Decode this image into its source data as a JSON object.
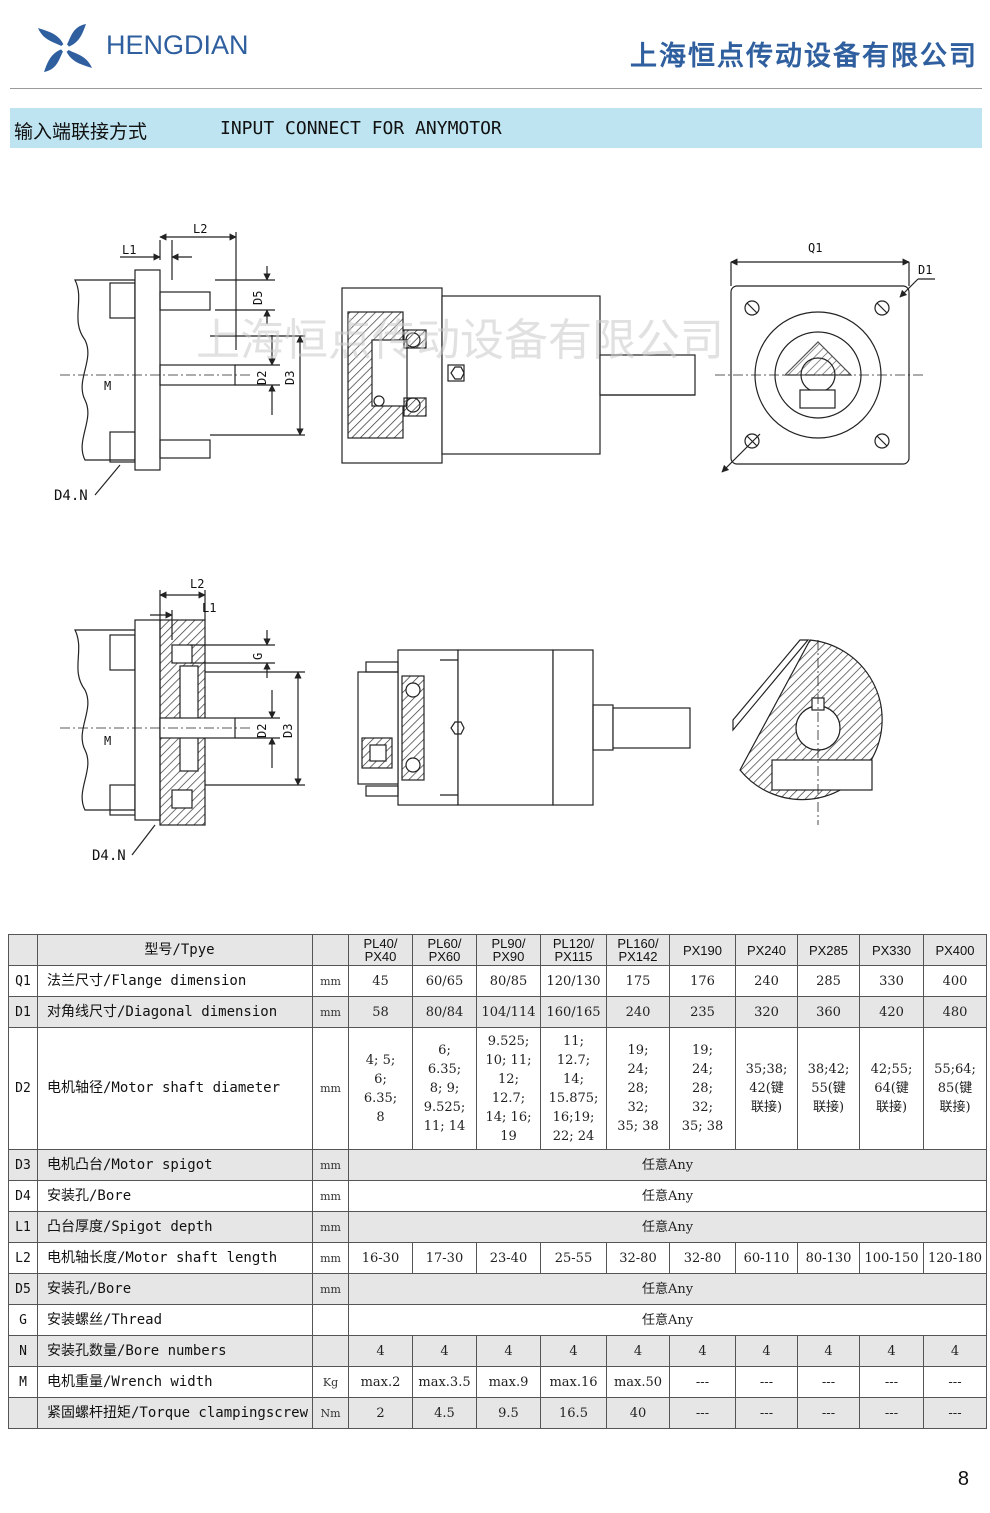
{
  "header": {
    "brand": "HENGDIAN",
    "company": "上海恒点传动设备有限公司",
    "colors": {
      "brand": "#2f5f9e",
      "banner": "#bde4f0"
    },
    "logo_icon": "pinwheel-logo-icon"
  },
  "banner": {
    "title_cn": "输入端联接方式",
    "title_en": "INPUT CONNECT FOR ANYMOTOR"
  },
  "drawing": {
    "watermark": "上海恒点传动设备有限公司",
    "top": {
      "L1": "L1",
      "L2": "L2",
      "D5": "D5",
      "D2": "D2",
      "D3": "D3",
      "M": "M",
      "D4N": "D4.N",
      "Q1": "Q1",
      "D1": "D1"
    },
    "bottom": {
      "L1": "L1",
      "L2": "L2",
      "G": "G",
      "D2": "D2",
      "D3": "D3",
      "M": "M",
      "D4N": "D4.N"
    }
  },
  "table": {
    "type_label": "型号/Tpye",
    "models": [
      [
        "PL40/",
        "PX40"
      ],
      [
        "PL60/",
        "PX60"
      ],
      [
        "PL90/",
        "PX90"
      ],
      [
        "PL120/",
        "PX115"
      ],
      [
        "PL160/",
        "PX142"
      ],
      [
        "PX190"
      ],
      [
        "PX240"
      ],
      [
        "PX285"
      ],
      [
        "PX330"
      ],
      [
        "PX400"
      ]
    ],
    "any": "任意Any",
    "rows": [
      {
        "code": "Q1",
        "name": "法兰尺寸/Flange dimension",
        "unit": "mm",
        "values": [
          "45",
          "60/65",
          "80/85",
          "120/130",
          "175",
          "176",
          "240",
          "285",
          "330",
          "400"
        ]
      },
      {
        "code": "D1",
        "name": "对角线尺寸/Diagonal dimension",
        "unit": "mm",
        "values": [
          "58",
          "80/84",
          "104/114",
          "160/165",
          "240",
          "235",
          "320",
          "360",
          "420",
          "480"
        ]
      },
      {
        "code": "D2",
        "name": "电机轴径/Motor shaft diameter",
        "unit": "mm",
        "values": [
          [
            "4; 5;",
            "6;",
            "6.35;",
            "8"
          ],
          [
            "6;",
            "6.35;",
            "8; 9;",
            "9.525;",
            "11; 14"
          ],
          [
            "9.525;",
            "10; 11;",
            "12;",
            "12.7;",
            "14; 16;",
            "19"
          ],
          [
            "11;",
            "12.7;",
            "14;",
            "15.875;",
            "16;19;",
            "22; 24"
          ],
          [
            "19;",
            "24;",
            "28;",
            "32;",
            "35; 38"
          ],
          [
            "19;",
            "24;",
            "28;",
            "32;",
            "35; 38"
          ],
          [
            "35;38;",
            "42(键",
            "联接)"
          ],
          [
            "38;42;",
            "55(键",
            "联接)"
          ],
          [
            "42;55;",
            "64(键",
            "联接)"
          ],
          [
            "55;64;",
            "85(键",
            "联接)"
          ]
        ]
      },
      {
        "code": "D3",
        "name": "电机凸台/Motor spigot",
        "unit": "mm",
        "span": true
      },
      {
        "code": "D4",
        "name": "安装孔/Bore",
        "unit": "mm",
        "span": true
      },
      {
        "code": "L1",
        "name": "凸台厚度/Spigot depth",
        "unit": "mm",
        "span": true
      },
      {
        "code": "L2",
        "name": "电机轴长度/Motor shaft length",
        "unit": "mm",
        "values": [
          "16-30",
          "17-30",
          "23-40",
          "25-55",
          "32-80",
          "32-80",
          "60-110",
          "80-130",
          "100-150",
          "120-180"
        ]
      },
      {
        "code": "D5",
        "name": "安装孔/Bore",
        "unit": "mm",
        "span": true
      },
      {
        "code": "G",
        "name": "安装螺丝/Thread",
        "unit": "",
        "span": true
      },
      {
        "code": "N",
        "name": "安装孔数量/Bore numbers",
        "unit": "",
        "values": [
          "4",
          "4",
          "4",
          "4",
          "4",
          "4",
          "4",
          "4",
          "4",
          "4"
        ]
      },
      {
        "code": "M",
        "name": "电机重量/Wrench width",
        "unit": "Kg",
        "values": [
          "max.2",
          "max.3.5",
          "max.9",
          "max.16",
          "max.50",
          "---",
          "---",
          "---",
          "---",
          "---"
        ]
      },
      {
        "code": "",
        "name": "紧固螺杆扭矩/Torque clampingscrew",
        "unit": "Nm",
        "values": [
          "2",
          "4.5",
          "9.5",
          "16.5",
          "40",
          "---",
          "---",
          "---",
          "---",
          "---"
        ]
      }
    ]
  },
  "page_number": "8"
}
